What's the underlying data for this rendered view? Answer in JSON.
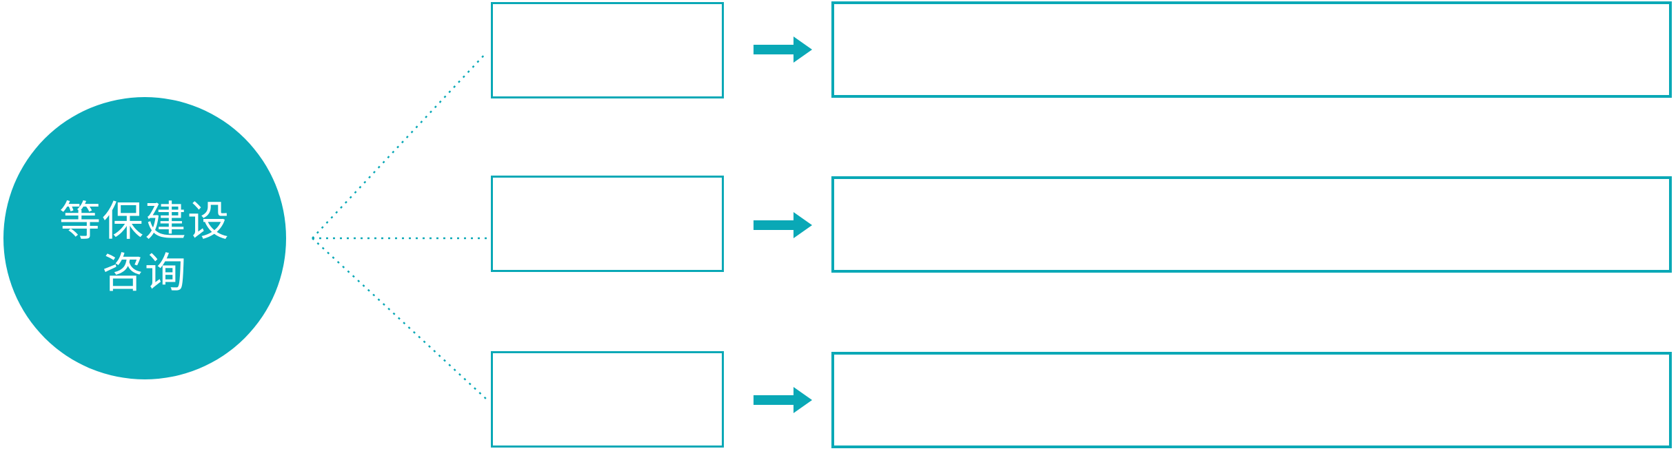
{
  "diagram": {
    "root": {
      "label_line1": "等保建设",
      "label_line2": "咨询"
    }
  },
  "icons": {
    "flow_arrow": "arrow-right-icon",
    "connector": "dotted-line-connector"
  },
  "colors": {
    "accent": "#09a8b6",
    "circle_fill": "#0bacba",
    "label_text": "#ffffff",
    "background": "#ffffff"
  }
}
